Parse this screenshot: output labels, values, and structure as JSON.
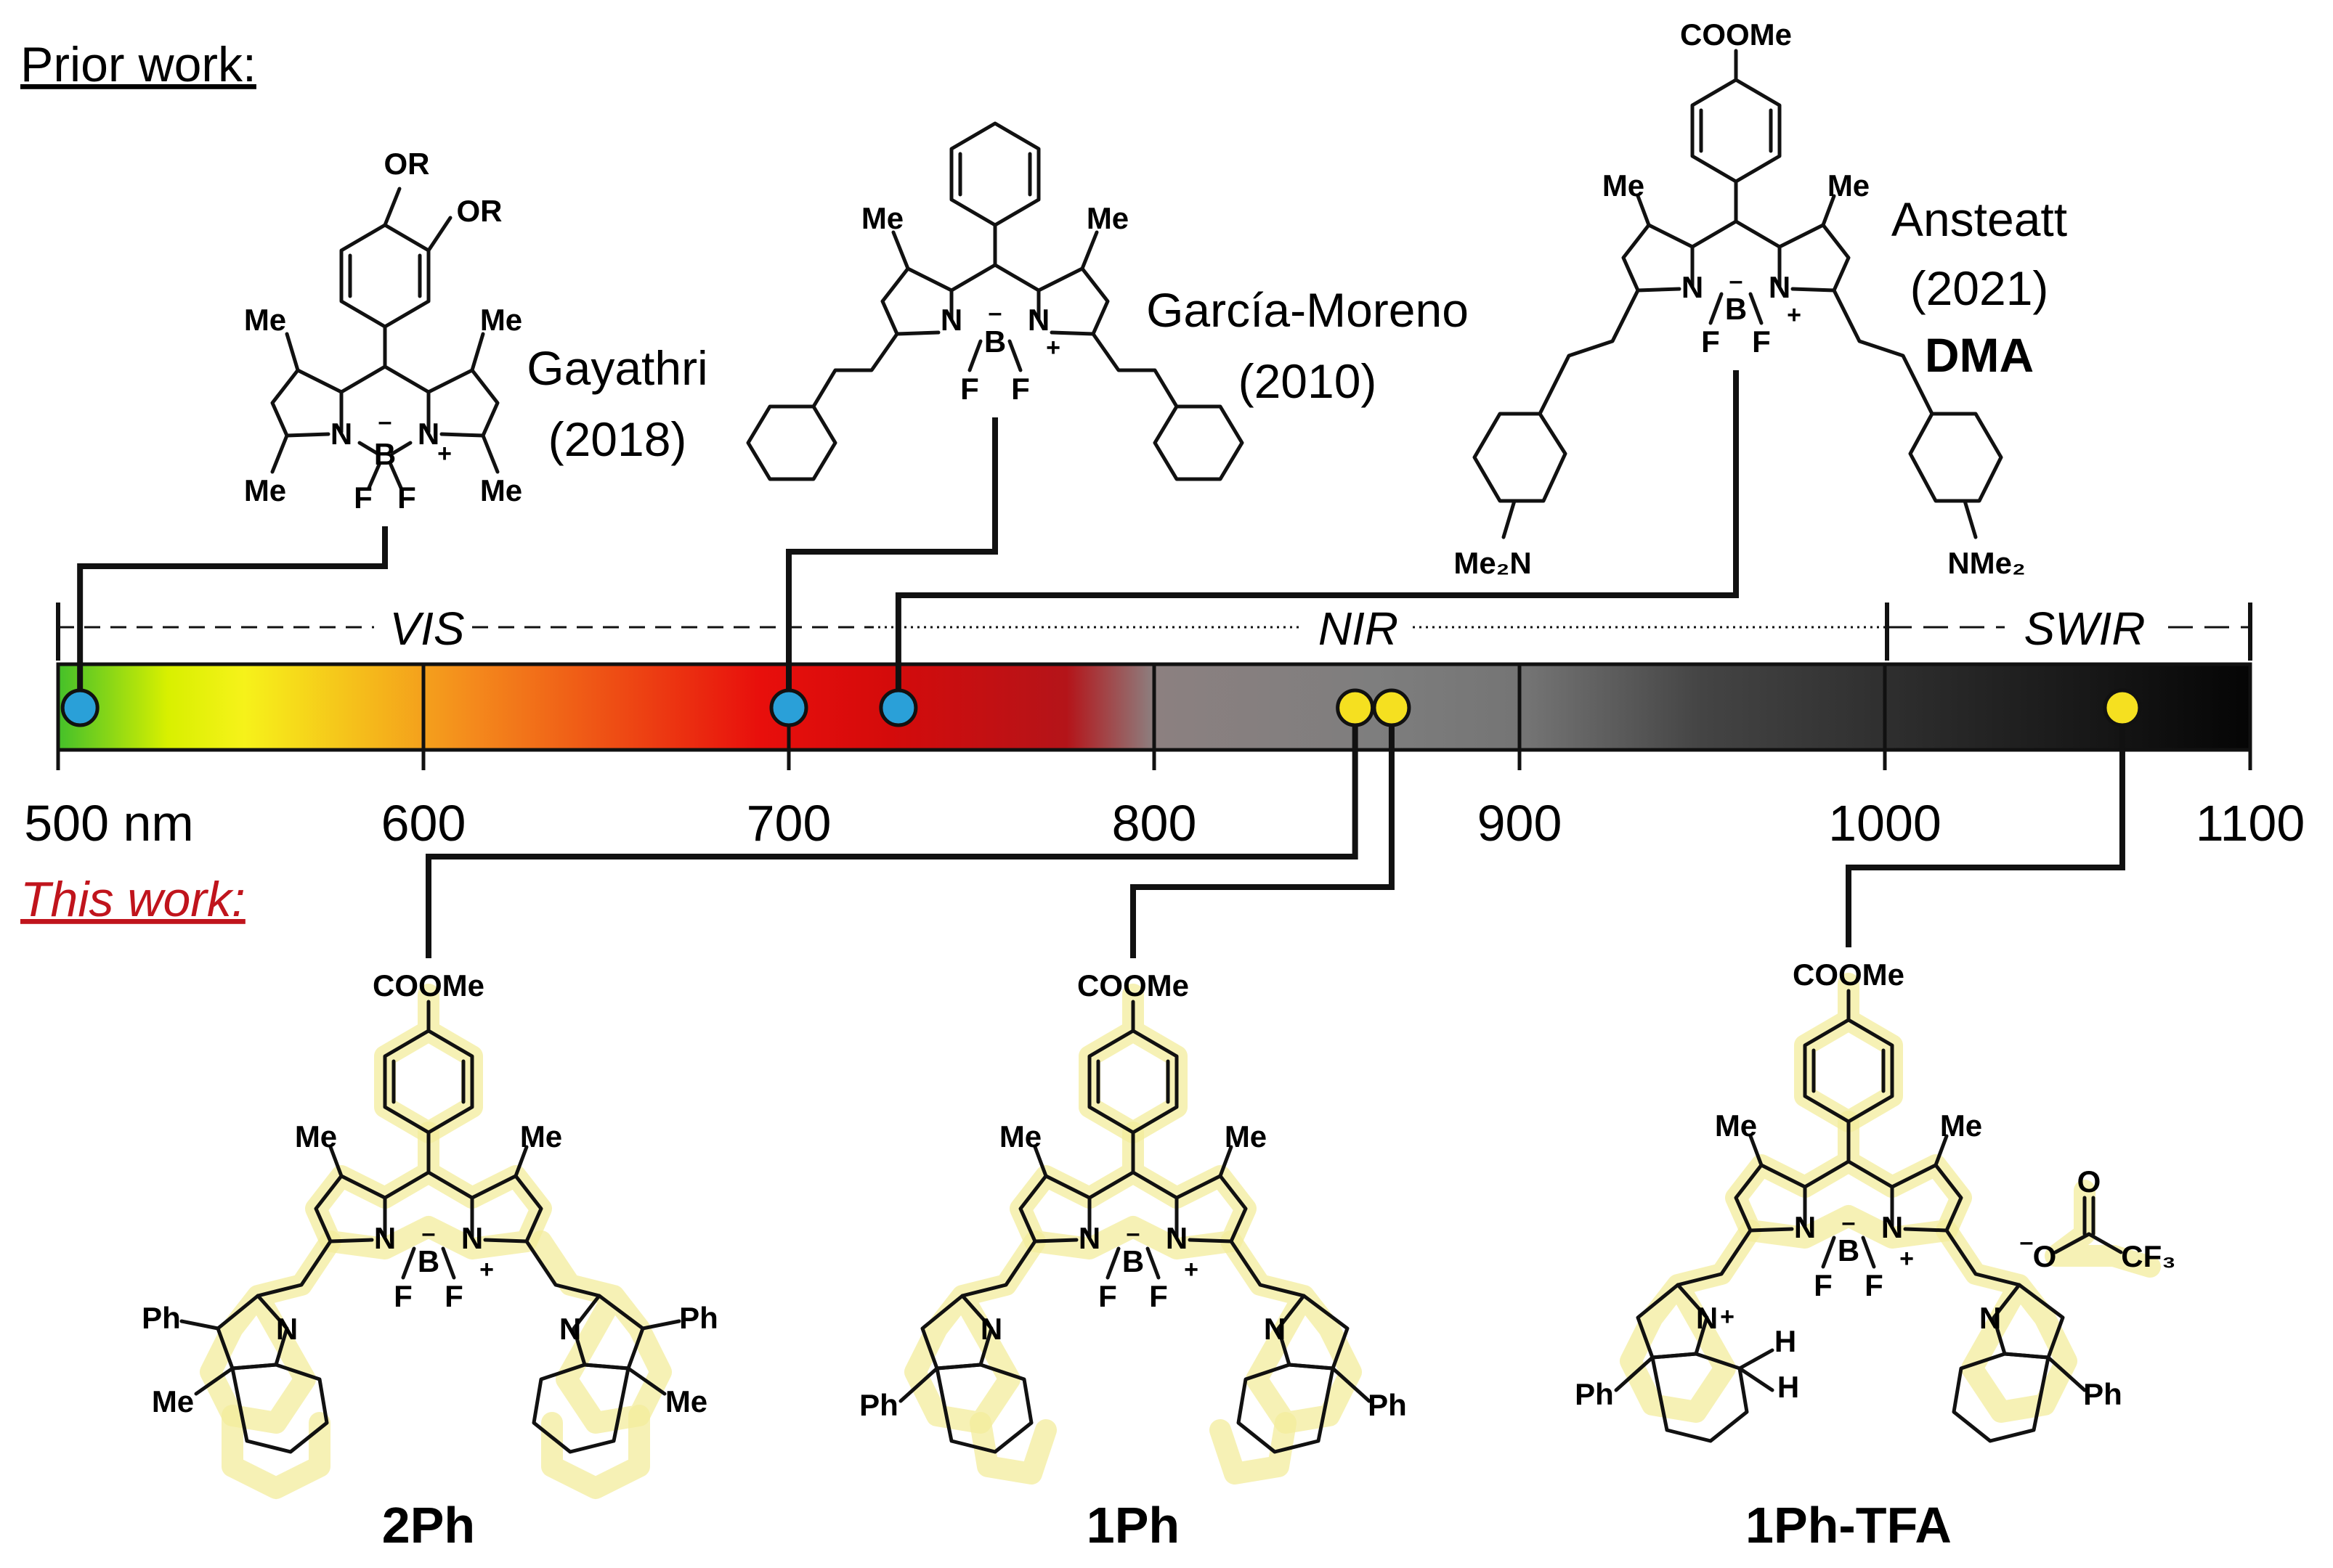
{
  "headers": {
    "prior": "Prior work:",
    "this": "This work:"
  },
  "regions": {
    "vis": "VIS",
    "nir": "NIR",
    "swir": "SWIR"
  },
  "axis": {
    "min": 500,
    "max": 1100,
    "ticks": [
      {
        "value": 500,
        "label": "500 nm"
      },
      {
        "value": 600,
        "label": "600"
      },
      {
        "value": 700,
        "label": "700"
      },
      {
        "value": 800,
        "label": "800"
      },
      {
        "value": 900,
        "label": "900"
      },
      {
        "value": 1000,
        "label": "1000"
      },
      {
        "value": 1100,
        "label": "1100"
      }
    ]
  },
  "colors": {
    "prior_marker": "#2aa0d8",
    "this_marker": "#f5e020",
    "header_this": "#c0141c",
    "halo": "#f3ec9c"
  },
  "prior": [
    {
      "author": "Gayathri",
      "year": "(2018)",
      "wavelength_nm": 506,
      "atoms": {
        "or1": "OR",
        "or2": "OR",
        "me1": "Me",
        "me2": "Me",
        "me3": "Me",
        "me4": "Me",
        "n1": "N",
        "n2": "N",
        "b": "B",
        "f1": "F",
        "f2": "F"
      }
    },
    {
      "author": "García-Moreno",
      "year": "(2010)",
      "wavelength_nm": 700,
      "atoms": {
        "me1": "Me",
        "me2": "Me",
        "n1": "N",
        "n2": "N",
        "b": "B",
        "f1": "F",
        "f2": "F"
      }
    },
    {
      "author": "Ansteatt",
      "year": "(2021)",
      "label": "DMA",
      "wavelength_nm": 730,
      "atoms": {
        "coome": "COOMe",
        "me1": "Me",
        "me2": "Me",
        "n1": "N",
        "n2": "N",
        "b": "B",
        "f1": "F",
        "f2": "F",
        "nme2a": "Me₂N",
        "nme2b": "NMe₂"
      }
    }
  ],
  "this_work": [
    {
      "label": "2Ph",
      "wavelength_nm": 855,
      "atoms": {
        "coome": "COOMe",
        "me1": "Me",
        "me2": "Me",
        "n1": "N",
        "n2": "N",
        "b": "B",
        "f1": "F",
        "f2": "F",
        "ph1": "Ph",
        "ph2": "Ph",
        "me3": "Me",
        "me4": "Me",
        "n3": "N",
        "n4": "N"
      }
    },
    {
      "label": "1Ph",
      "wavelength_nm": 865,
      "atoms": {
        "coome": "COOMe",
        "me1": "Me",
        "me2": "Me",
        "n1": "N",
        "n2": "N",
        "b": "B",
        "f1": "F",
        "f2": "F",
        "ph1": "Ph",
        "ph2": "Ph",
        "n3": "N",
        "n4": "N"
      }
    },
    {
      "label": "1Ph-TFA",
      "wavelength_nm": 1065,
      "atoms": {
        "coome": "COOMe",
        "me1": "Me",
        "me2": "Me",
        "n1": "N",
        "n2": "N",
        "b": "B",
        "f1": "F",
        "f2": "F",
        "ph1": "Ph",
        "ph2": "Ph",
        "n3": "N",
        "n4": "N",
        "h1": "H",
        "h2": "H",
        "o1": "O",
        "o2": "O",
        "cf3": "CF₃"
      }
    }
  ]
}
